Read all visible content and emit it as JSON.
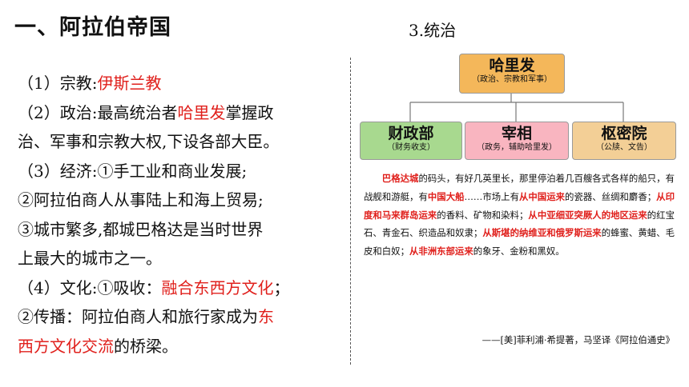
{
  "title": "一、阿拉伯帝国",
  "left": {
    "l1_a": "（1）宗教:",
    "l1_b": "伊斯兰教",
    "l2_a": "（2）政治:最高统治者",
    "l2_b": "哈里发",
    "l2_c": "掌握政",
    "l3": "治、军事和宗教大权,下设各部大臣。",
    "l4": "（3）经济:①手工业和商业发展;",
    "l5": "②阿拉伯商人从事陆上和海上贸易;",
    "l6": "③城市繁多,都城巴格达是当时世界",
    "l7": "上最大的城市之一。",
    "l8_a": "（4）文化:①吸收：",
    "l8_b": "融合东西方文化",
    "l8_c": "；",
    "l9_a": "②传播：阿拉伯商人和旅行家成为",
    "l9_b": "东",
    "l10_a": "西方文化交流",
    "l10_b": "的桥梁。"
  },
  "section_title": "3.统治",
  "org": {
    "top": {
      "name": "哈里发",
      "sub": "（政治、宗教和军事）"
    },
    "children": [
      {
        "name": "财政部",
        "sub": "（财务收支）"
      },
      {
        "name": "宰相",
        "sub": "（政务，辅助哈里发）"
      },
      {
        "name": "枢密院",
        "sub": "（公牍、文告）"
      }
    ]
  },
  "quote": {
    "s1": "巴格达城",
    "s2": "的码头，有好几英里长，那里停泊着几百艘各式各样的船只，有战舰和游艇，有",
    "s3": "中国大船",
    "s4": "……市场上有",
    "s5": "从中国运来",
    "s6": "的瓷器、丝绸和麝香；",
    "s7": "从印度和马来群岛运来",
    "s8": "的香料、矿物和染料；",
    "s9": "从中亚细亚突厥人的地区运来",
    "s10": "的红宝石、青金石、织造品和奴隶；",
    "s11": "从斯堪的纳维亚和俄罗斯运来",
    "s12": "的蜂蜜、黄蜡、毛皮和白奴；",
    "s13": "从非洲东部运来",
    "s14": "的象牙、金粉和黑奴。",
    "citation": "——[美]菲利浦·希提著，马坚译《阿拉伯通史》"
  }
}
